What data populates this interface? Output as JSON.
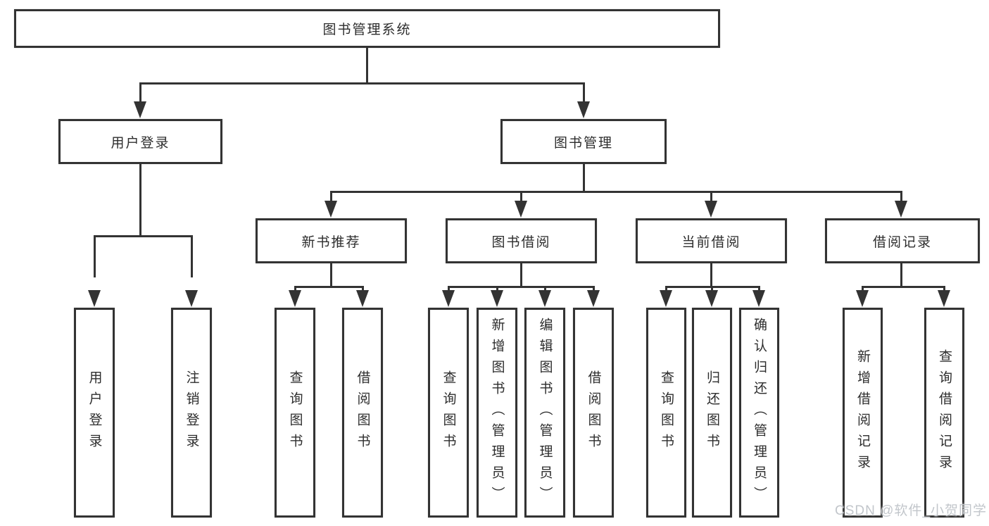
{
  "chart": {
    "root": "图书管理系统",
    "level2": [
      "用户登录",
      "图书管理"
    ],
    "level3": [
      "新书推荐",
      "图书借阅",
      "当前借阅",
      "借阅记录"
    ],
    "leaves_user_login": [
      "用户登录",
      "注销登录"
    ],
    "leaves_new_book": [
      "查询图书",
      "借阅图书"
    ],
    "leaves_book_borrow": [
      "查询图书",
      "新增图书（管理员）",
      "编辑图书（管理员）",
      "借阅图书"
    ],
    "leaves_current_borrow": [
      "查询图书",
      "归还图书",
      "确认归还（管理员）"
    ],
    "leaves_borrow_record": [
      "新增借阅记录",
      "查询借阅记录"
    ]
  },
  "watermark": "CSDN @软件_小贺同学",
  "colors": {
    "line": "#333333",
    "text": "#2d2d2d",
    "box_bg": "#ffffff",
    "watermark": "#c2c6cb"
  }
}
